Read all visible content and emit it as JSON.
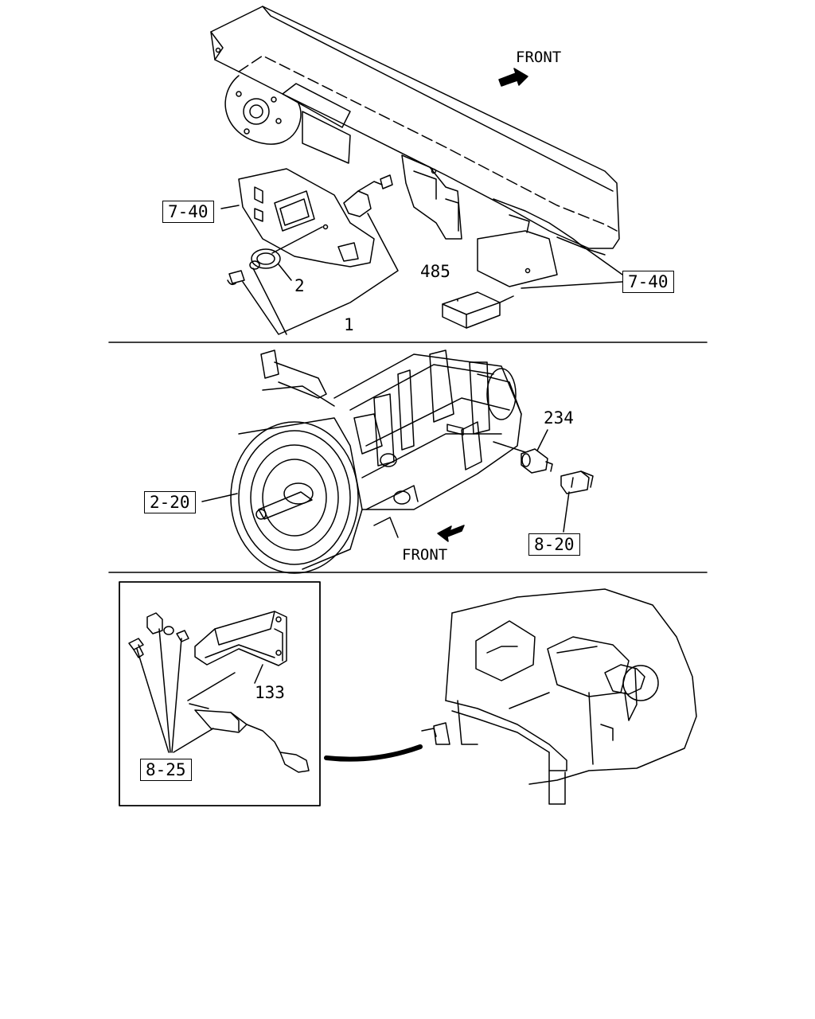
{
  "diagram": {
    "top": {
      "front_label": "FRONT",
      "refs": [
        "7-40",
        "7-40"
      ],
      "callouts": [
        "485",
        "2",
        "1"
      ]
    },
    "middle": {
      "front_label": "FRONT",
      "refs": [
        "2-20",
        "8-20"
      ],
      "callouts": [
        "234"
      ]
    },
    "bottom": {
      "refs": [
        "8-25"
      ],
      "callouts": [
        "133"
      ]
    }
  }
}
